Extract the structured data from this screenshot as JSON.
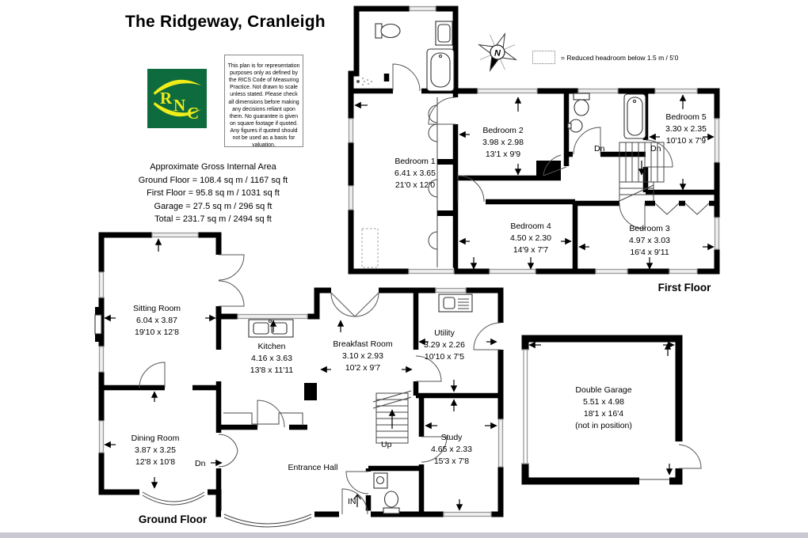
{
  "header": {
    "title": "The Ridgeway, Cranleigh"
  },
  "logo": {
    "letters": {
      "r": "R",
      "n": "N",
      "c": "C"
    }
  },
  "colors": {
    "logo_green": "#0e6b3e",
    "logo_yellow": "#f0ec1a",
    "footer_bar": "#c9c9d3",
    "wall": "#000000"
  },
  "disclaimer": {
    "text": "This plan is for representation purposes only as defined by the RICS Code of Measuring Practice. Not drawn to scale unless stated. Please check all dimensions before making any decisions reliant upon them. No guarantee is given on square footage if quoted. Any figures if quoted should not be used as a basis for valuation."
  },
  "areas": {
    "heading": "Approximate Gross Internal Area",
    "lines": [
      "Ground Floor = 108.4 sq m / 1167 sq ft",
      "First Floor = 95.8 sq m / 1031 sq ft",
      "Garage = 27.5 sq m / 296 sq ft",
      "Total = 231.7 sq m / 2494 sq ft"
    ]
  },
  "legend": {
    "text": "= Reduced headroom below 1.5 m / 5'0"
  },
  "compass": {
    "north": "N"
  },
  "floors": {
    "first_label": "First Floor",
    "ground_label": "Ground Floor"
  },
  "rooms": {
    "bedroom1": {
      "name": "Bedroom 1",
      "metric": "6.41 x 3.65",
      "imperial": "21'0 x 12'0"
    },
    "bedroom2": {
      "name": "Bedroom 2",
      "metric": "3.98 x 2.98",
      "imperial": "13'1 x 9'9"
    },
    "bedroom3": {
      "name": "Bedroom 3",
      "metric": "4.97 x 3.03",
      "imperial": "16'4 x 9'11"
    },
    "bedroom4": {
      "name": "Bedroom 4",
      "metric": "4.50 x 2.30",
      "imperial": "14'9 x 7'7"
    },
    "bedroom5": {
      "name": "Bedroom 5",
      "metric": "3.30 x 2.35",
      "imperial": "10'10 x 7'9"
    },
    "sitting": {
      "name": "Sitting Room",
      "metric": "6.04 x 3.87",
      "imperial": "19'10 x 12'8"
    },
    "kitchen": {
      "name": "Kitchen",
      "metric": "4.16 x 3.63",
      "imperial": "13'8 x 11'11"
    },
    "breakfast": {
      "name": "Breakfast Room",
      "metric": "3.10 x 2.93",
      "imperial": "10'2 x 9'7"
    },
    "utility": {
      "name": "Utility",
      "metric": "3.29 x 2.26",
      "imperial": "10'10 x 7'5"
    },
    "dining": {
      "name": "Dining Room",
      "metric": "3.87 x 3.25",
      "imperial": "12'8 x 10'8"
    },
    "entrance": {
      "name": "Entrance Hall"
    },
    "study": {
      "name": "Study",
      "metric": "4.65 x 2.33",
      "imperial": "15'3 x 7'8"
    },
    "garage": {
      "name": "Double Garage",
      "metric": "5.51 x 4.98",
      "imperial": "18'1 x 16'4",
      "note": "(not in position)"
    }
  },
  "annotations": {
    "down": "Dn",
    "up": "Up",
    "entrance": "IN"
  }
}
